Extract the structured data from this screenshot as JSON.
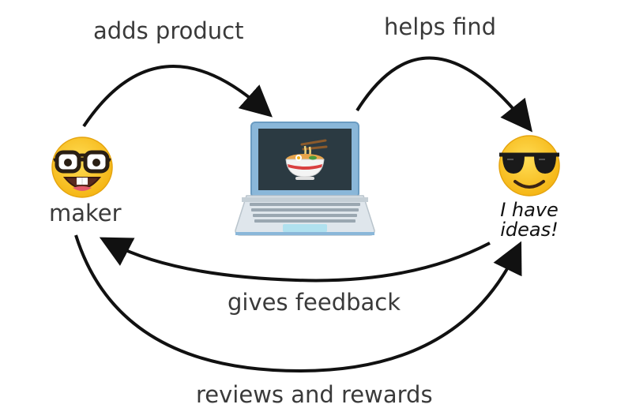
{
  "diagram": {
    "actors": {
      "maker": {
        "label": "maker",
        "icon": "nerd-face-emoji"
      },
      "user": {
        "label_line1": "I have",
        "label_line2": "ideas!",
        "icon": "sunglasses-face-emoji"
      }
    },
    "platform": {
      "icon": "laptop-with-ramen-bowl"
    },
    "edges": {
      "adds_product": {
        "label": "adds product"
      },
      "helps_find": {
        "label": "helps find"
      },
      "gives_feedback": {
        "label": "gives feedback"
      },
      "reviews_rewards": {
        "label": "reviews and rewards"
      }
    },
    "colors": {
      "arrow": "#111111",
      "text": "#3a3a3a",
      "emoji_face": "#f9c623",
      "laptop_frame": "#8ab7d9",
      "laptop_screen": "#2b3a42"
    }
  }
}
